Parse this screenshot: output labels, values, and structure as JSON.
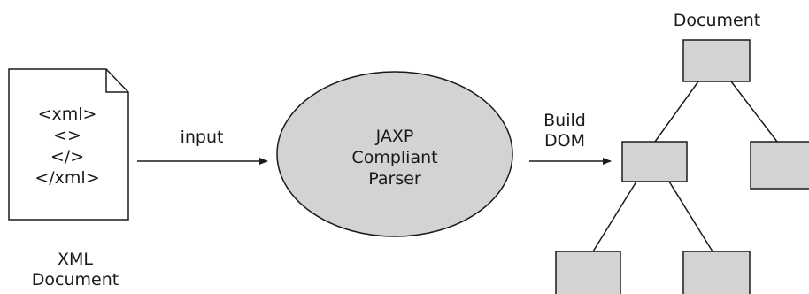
{
  "source_document": {
    "code_lines": [
      "<xml>",
      "<>",
      "</>",
      "</xml>"
    ],
    "caption_line1": "XML",
    "caption_line2": "Document"
  },
  "input_arrow": {
    "label": "input"
  },
  "parser": {
    "line1": "JAXP",
    "line2": "Compliant",
    "line3": "Parser"
  },
  "build_arrow": {
    "line1": "Build",
    "line2": "DOM"
  },
  "dom_tree": {
    "root_label": "Document"
  },
  "colors": {
    "node_fill": "#d3d3d3",
    "parser_fill": "#d3d3d3",
    "stroke": "#1a1a1a"
  }
}
